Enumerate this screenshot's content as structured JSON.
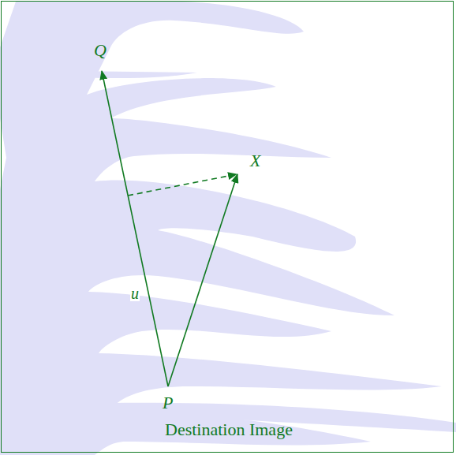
{
  "diagram": {
    "nodes": [
      {
        "text": [
          "Destination Image"
        ]
      }
    ],
    "labels": [
      "Q",
      "X",
      "u",
      "P"
    ]
  }
}
